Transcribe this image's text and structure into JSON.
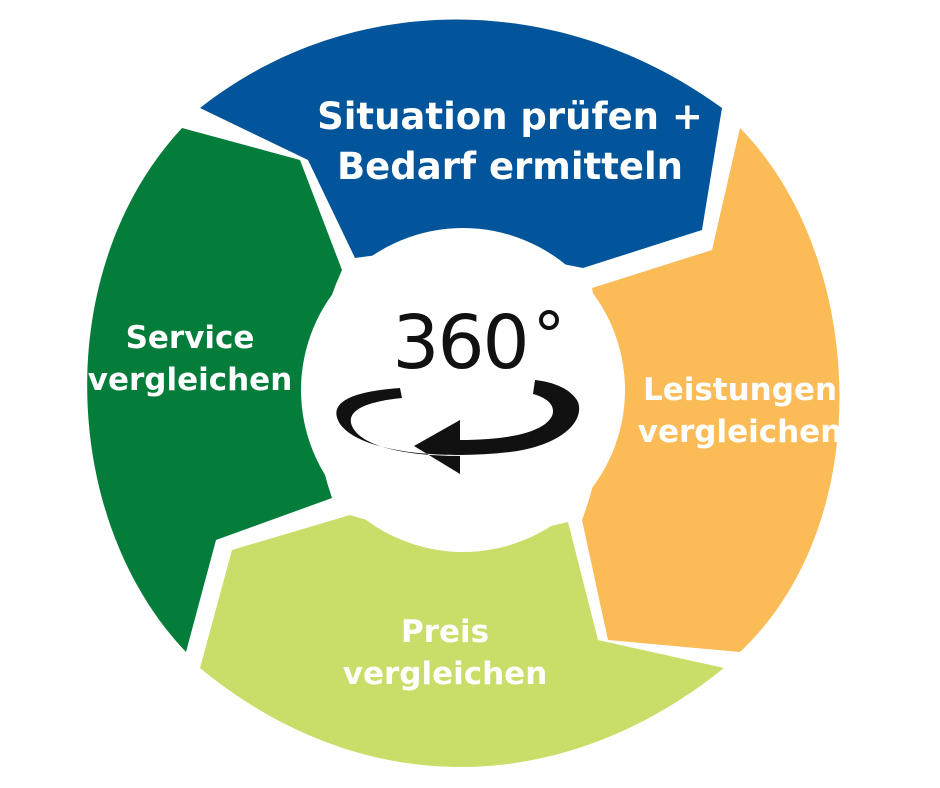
{
  "colors": {
    "top": "#02559A",
    "right": "#FBBB57",
    "bottom": "#C9DE69",
    "left": "#057D3A",
    "center": "#FFFFFF",
    "arrow": "#111111"
  },
  "center": {
    "label": "360",
    "degree_icon": "degree-circle",
    "arrow_icon": "rotate-left-arrow-icon"
  },
  "segments": {
    "top": {
      "line1": "Situation prüfen +",
      "line2": "Bedarf ermitteln"
    },
    "right": {
      "line1": "Leistungen",
      "line2": "vergleichen"
    },
    "bottom": {
      "line1": "Preis",
      "line2": "vergleichen"
    },
    "left": {
      "line1": "Service",
      "line2": "vergleichen"
    }
  }
}
